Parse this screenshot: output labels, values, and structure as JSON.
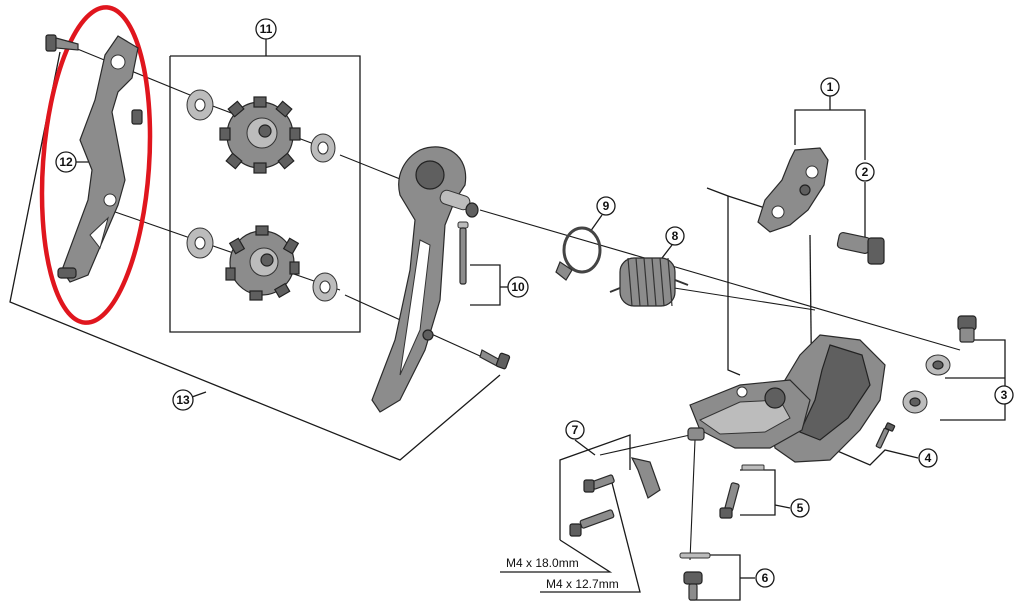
{
  "callouts": {
    "c1": "1",
    "c2": "2",
    "c3": "3",
    "c4": "4",
    "c5": "5",
    "c6": "6",
    "c7": "7",
    "c8": "8",
    "c9": "9",
    "c10": "10",
    "c11": "11",
    "c12": "12",
    "c13": "13"
  },
  "dimensions": {
    "long_bolt": "M4 x 18.0mm",
    "short_bolt": "M4 x 12.7mm"
  },
  "colors": {
    "highlight": "#e0161e",
    "part": "#8c8c8c",
    "line": "#1a1a1a"
  }
}
